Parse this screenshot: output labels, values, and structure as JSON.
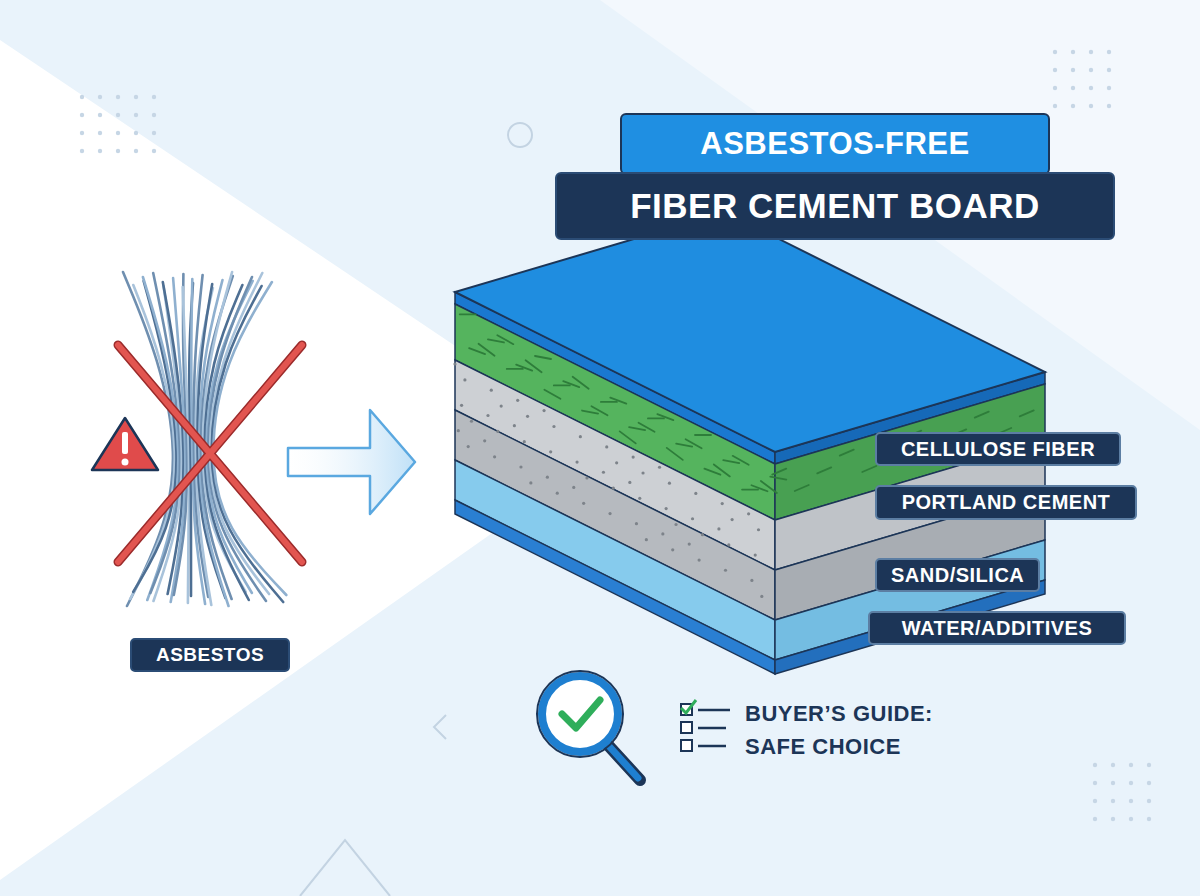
{
  "diagram": {
    "nodes": [
      {
        "text": [
          "ASBESTOS-FREE"
        ]
      },
      {
        "text": [
          "FIBER CEMENT BOARD"
        ]
      },
      {
        "text": [
          "ASBESTOS"
        ]
      },
      {
        "text": [
          "CELLULOSE FIBER"
        ]
      },
      {
        "text": [
          "PORTLAND CEMENT"
        ]
      },
      {
        "text": [
          "SAND/SILICA"
        ]
      },
      {
        "text": [
          "WATER/ADDITIVES"
        ]
      }
    ],
    "labels": [
      "BUYER’S GUIDE: SAFE CHOICE"
    ]
  }
}
